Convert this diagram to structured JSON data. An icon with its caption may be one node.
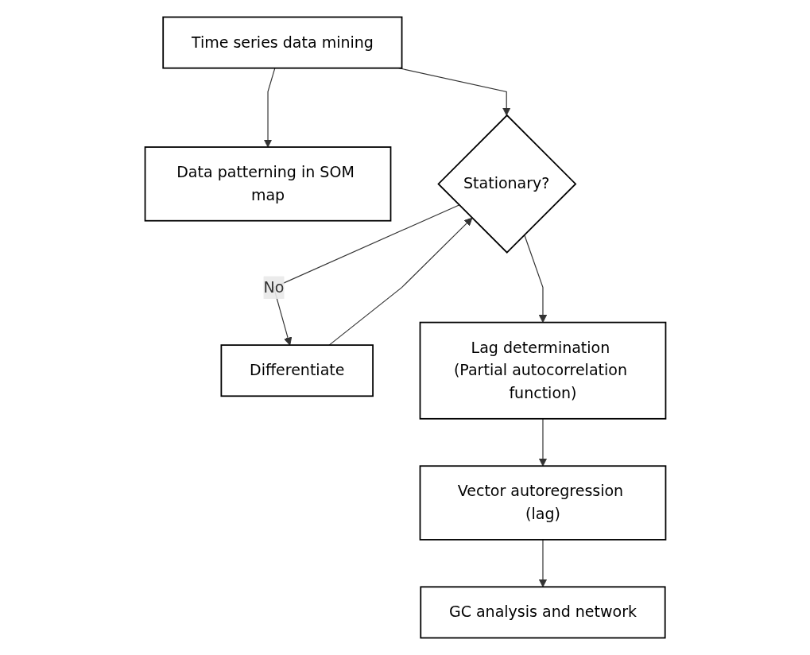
{
  "diagram": {
    "nodes": [
      {
        "text": [
          "Time series data mining"
        ]
      },
      {
        "text": [
          "Data patterning in SOM map"
        ]
      },
      {
        "text": [
          "Stationary?"
        ]
      },
      {
        "text": [
          "Differentiate"
        ]
      },
      {
        "text": [
          "Lag determination (Partial autocorrelation function)"
        ]
      },
      {
        "text": [
          "Vector autoregression (lag)"
        ]
      },
      {
        "text": [
          "GC analysis and network"
        ]
      }
    ],
    "edges": [
      {
        "from": 0,
        "to": 1,
        "arrow": "to"
      },
      {
        "from": 0,
        "to": 2,
        "arrow": "to"
      },
      {
        "from": 2,
        "to": 3,
        "arrow": "to",
        "label": "No"
      },
      {
        "from": 3,
        "to": 2,
        "arrow": "to"
      },
      {
        "from": 2,
        "to": 4,
        "arrow": "to"
      },
      {
        "from": 4,
        "to": 5,
        "arrow": "to"
      },
      {
        "from": 5,
        "to": 6,
        "arrow": "to"
      }
    ]
  }
}
